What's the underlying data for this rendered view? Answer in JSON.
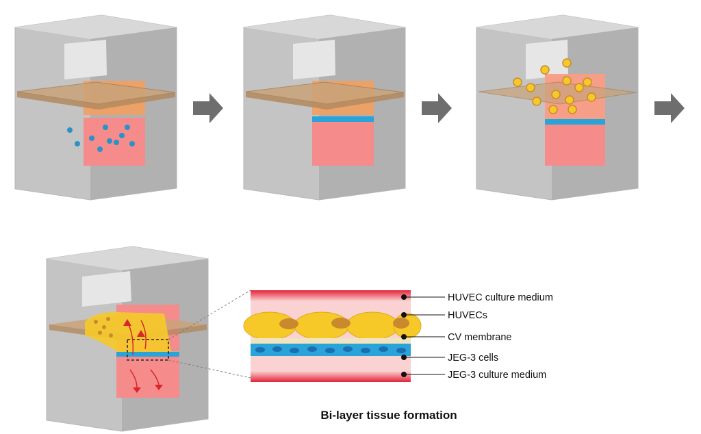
{
  "labels": {
    "huvec_medium": "HUVEC culture medium",
    "huvecs": "HUVECs",
    "cv_membrane": "CV membrane",
    "jeg3_cells": "JEG-3 cells",
    "jeg3_medium": "JEG-3 culture medium"
  },
  "caption": "Bi-layer tissue formation",
  "colors": {
    "box": "#c9c9c9",
    "membrane": "#c9a37a",
    "medium_pink": "#f58b8b",
    "medium_orange": "#f4a46b",
    "jeg3_blue": "#2aa3d8",
    "huvec_yellow": "#f6c928",
    "huvec_nucleus": "#c98a2e",
    "arrow": "#6e6e6e"
  }
}
